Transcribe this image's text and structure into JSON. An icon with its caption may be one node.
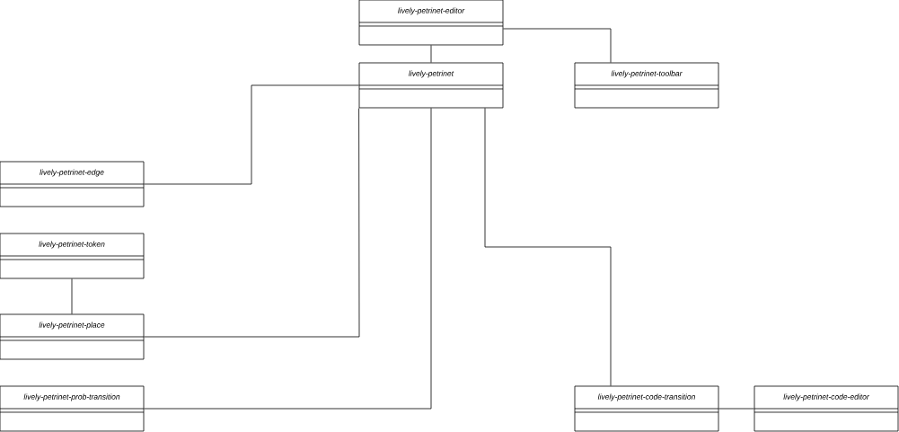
{
  "diagram": {
    "nodes": [
      {
        "text": [
          "lively-petrinet-editor"
        ]
      },
      {
        "text": [
          "lively-petrinet"
        ]
      },
      {
        "text": [
          "lively-petrinet-toolbar"
        ]
      },
      {
        "text": [
          "lively-petrinet-edge"
        ]
      },
      {
        "text": [
          "lively-petrinet-token"
        ]
      },
      {
        "text": [
          "lively-petrinet-place"
        ]
      },
      {
        "text": [
          "lively-petrinet-prob-transition"
        ]
      },
      {
        "text": [
          "lively-petrinet-code-transition"
        ]
      },
      {
        "text": [
          "lively-petrinet-code-editor"
        ]
      }
    ],
    "edges": [
      {
        "from": 0,
        "to": 1,
        "arrow": "none"
      },
      {
        "from": 0,
        "to": 2,
        "arrow": "none"
      },
      {
        "from": 1,
        "to": 3,
        "arrow": "none"
      },
      {
        "from": 1,
        "to": 5,
        "arrow": "none"
      },
      {
        "from": 1,
        "to": 6,
        "arrow": "none"
      },
      {
        "from": 1,
        "to": 7,
        "arrow": "none"
      },
      {
        "from": 4,
        "to": 5,
        "arrow": "none"
      },
      {
        "from": 7,
        "to": 8,
        "arrow": "none"
      }
    ]
  }
}
